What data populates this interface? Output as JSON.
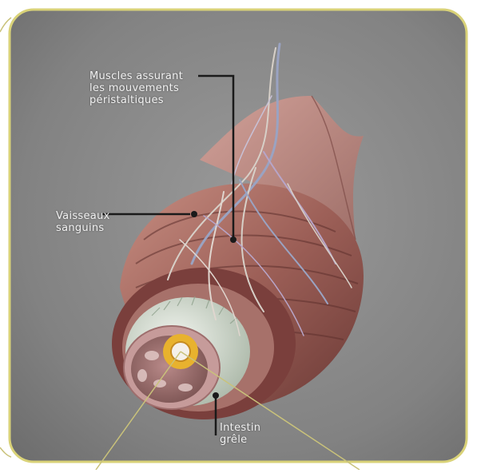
{
  "labels": {
    "muscles": [
      "Muscles assurant",
      "les mouvements",
      "péristaltiques"
    ],
    "vessels": [
      "Vaisseaux",
      "sanguins"
    ],
    "intestine": [
      "Intestin",
      "grêle"
    ]
  },
  "colors": {
    "panel_border": "#d9d278",
    "panel_background": "#8a8a8a",
    "outer_muscle": "#a86d63",
    "inner_muscle": "#7a3f3c",
    "mucosa_ring": "#cdd6c9",
    "villi_core": "#c69b9a",
    "lumen_marker": "#e8b22e",
    "callout_line": "#1a1a1a",
    "pointer_line": "#c9c27a"
  }
}
